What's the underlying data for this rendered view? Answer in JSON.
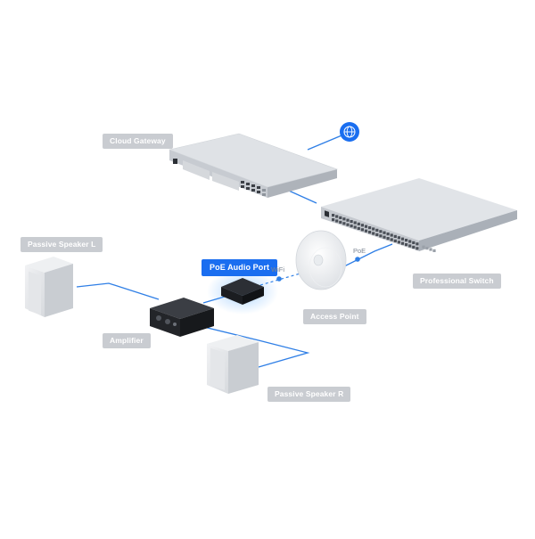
{
  "labels": {
    "cloud_gateway": "Cloud Gateway",
    "professional_switch": "Professional Switch",
    "access_point": "Access Point",
    "poe_audio_port": "PoE Audio Port",
    "amplifier": "Amplifier",
    "speaker_left": "Passive Speaker L",
    "speaker_right": "Passive Speaker R"
  },
  "link_labels": {
    "wifi": "WiFi",
    "poe": "PoE"
  },
  "icons": {
    "internet": "globe-icon"
  },
  "colors": {
    "link": "#2f7fe6",
    "accent": "#1a6ef0",
    "label_bg": "#c9ccd1"
  }
}
